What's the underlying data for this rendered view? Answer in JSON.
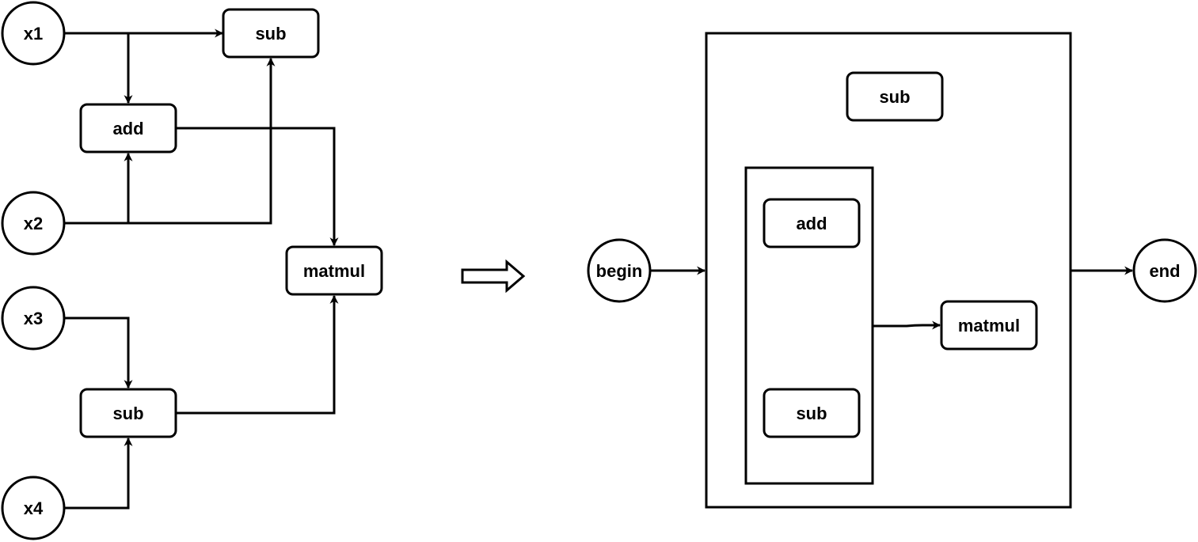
{
  "colors": {
    "stroke": "#000000",
    "fill": "#ffffff",
    "background": "#ffffff"
  },
  "before_graph": {
    "inputs": {
      "x1": "x1",
      "x2": "x2",
      "x3": "x3",
      "x4": "x4"
    },
    "ops": {
      "sub_top": "sub",
      "add": "add",
      "matmul": "matmul",
      "sub_bottom": "sub"
    }
  },
  "transform_arrow_icon": "hollow-right-arrow-icon",
  "after_graph": {
    "begin": "begin",
    "end": "end",
    "ops": {
      "sub": "sub",
      "add": "add",
      "sub_inner": "sub",
      "matmul": "matmul"
    }
  }
}
